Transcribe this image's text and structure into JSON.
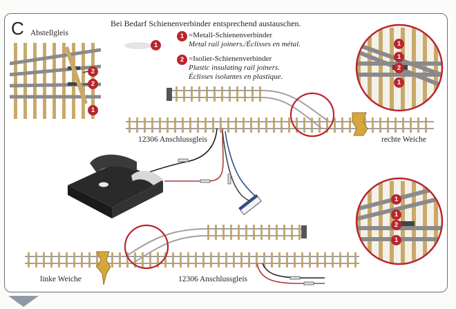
{
  "step": "C",
  "header": "Bei Bedarf Schienenverbinder entsprechend austauschen.",
  "legend": [
    {
      "number": "1",
      "de": "=Metall-Schienenverbinder",
      "en": "Metal rail joiners.",
      "fr": "/Éclisses en métal."
    },
    {
      "number": "2",
      "de": "=Isolier-Schienenverbinder",
      "en": "Plastic insulating rail joiners.",
      "fr": "Éclisses isolantes en plastique."
    }
  ],
  "labels": {
    "abstellgleis": "Abstellgleis",
    "anschluss_top": "12306 Anschlussgleis",
    "rechte_weiche": "rechte Weiche",
    "linke_weiche": "linke Weiche",
    "anschluss_bottom": "12306 Anschlussgleis"
  },
  "markers": {
    "topleft": [
      "1",
      "2",
      "2",
      "1"
    ],
    "topright": [
      "1",
      "1",
      "2",
      "1"
    ],
    "bottomright": [
      "1",
      "1",
      "2",
      "1"
    ]
  },
  "colors": {
    "badge": "#b8262c",
    "circle": "#b8262c",
    "sleeper": "#c9a96a",
    "rail": "#9a9a9a",
    "turnout": "#d4a63c"
  }
}
